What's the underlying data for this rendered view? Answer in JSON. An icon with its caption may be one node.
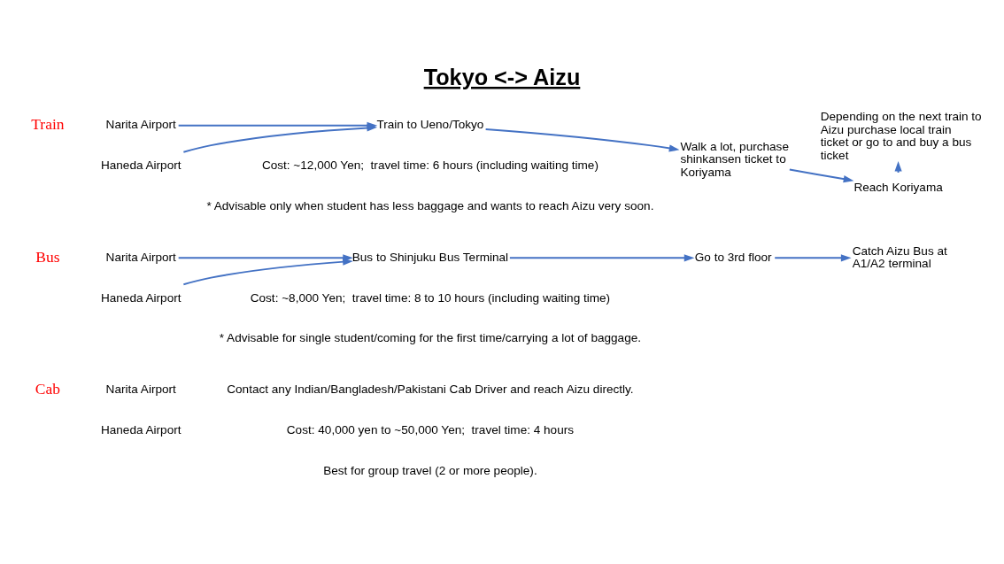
{
  "diagram": {
    "title": "Tokyo <-> Aizu",
    "nodes": [
      {
        "text": [
          "Narita Airport"
        ]
      },
      {
        "text": [
          "Haneda Airport"
        ]
      },
      {
        "text": [
          "Bus to Shinjuku Bus Terminal"
        ]
      },
      {
        "text": [
          "Go to 3rd floor"
        ]
      },
      {
        "text": [
          "Catch Aizu Bus at A1/A2 terminal"
        ]
      },
      {
        "text": [
          "Narita Airport"
        ]
      },
      {
        "text": [
          "Haneda Airport"
        ]
      },
      {
        "text": [
          "Train to Ueno/Tokyo"
        ]
      },
      {
        "text": [
          "Walk a lot, purchase shinkansen ticket to Koriyama"
        ]
      },
      {
        "text": [
          "Reach Koriyama"
        ]
      },
      {
        "text": [
          "Depending on the next train to Aizu purchase local train ticket or go to and buy a bus ticket"
        ]
      }
    ],
    "edges": [
      {
        "from": 0,
        "to": 2,
        "arrow": "to"
      },
      {
        "from": 1,
        "to": 2,
        "arrow": "to"
      },
      {
        "from": 2,
        "to": 3,
        "arrow": "to"
      },
      {
        "from": 3,
        "to": 4,
        "arrow": "to"
      },
      {
        "from": 5,
        "to": 7,
        "arrow": "to"
      },
      {
        "from": 6,
        "to": 7,
        "arrow": "to"
      },
      {
        "from": 7,
        "to": 8,
        "arrow": "to"
      },
      {
        "from": 8,
        "to": 9,
        "arrow": "to"
      },
      {
        "from": 9,
        "to": 10,
        "arrow": "to"
      }
    ],
    "labels": [
      "Cab",
      "Narita Airport",
      "Haneda Airport",
      "Contact any Indian/Bangladesh/Pakistani Cab Driver and reach Aizu directly.",
      "Best for group travel (2 or more people).",
      "Cost: 40,000 yen to ~50,000 Yen;  travel time: 4 hours",
      "Bus",
      "Cost: ~8,000 Yen;  travel time: 8 to 10 hours (including waiting time)",
      "* Advisable for single student/coming for the first time/carrying a lot of baggage.",
      "Train",
      "Cost: ~12,000 Yen;  travel time: 6 hours (including waiting time)",
      "* Advisable only when student has less baggage and wants to reach Aizu very soon."
    ]
  }
}
